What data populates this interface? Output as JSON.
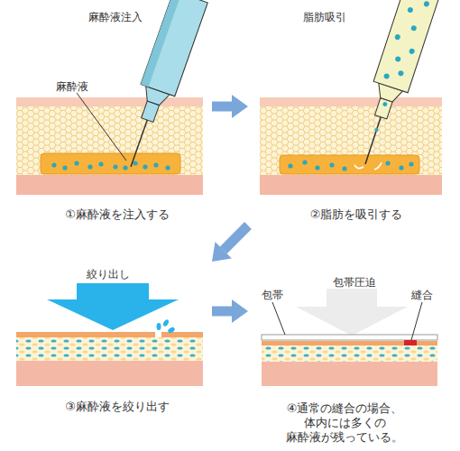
{
  "diagram": {
    "nodes": [
      {
        "text": [
          "①麻酔液を注入する"
        ]
      },
      {
        "text": [
          "②脂肪を吸引する"
        ]
      },
      {
        "text": [
          "③麻酔液を絞り出す"
        ]
      },
      {
        "text": [
          "④通常の縫合の場合、 体内には多くの 麻酔液が残っている。"
        ]
      }
    ],
    "edges": [
      {
        "from": 0,
        "to": 1,
        "arrow": "to"
      },
      {
        "from": 1,
        "to": 2,
        "arrow": "to"
      },
      {
        "from": 2,
        "to": 3,
        "arrow": "to"
      }
    ],
    "labels": [
      "麻酔液注入",
      "麻酔液",
      "脂肪吸引",
      "絞り出し",
      "包帯圧迫",
      "包帯",
      "縫合"
    ]
  }
}
